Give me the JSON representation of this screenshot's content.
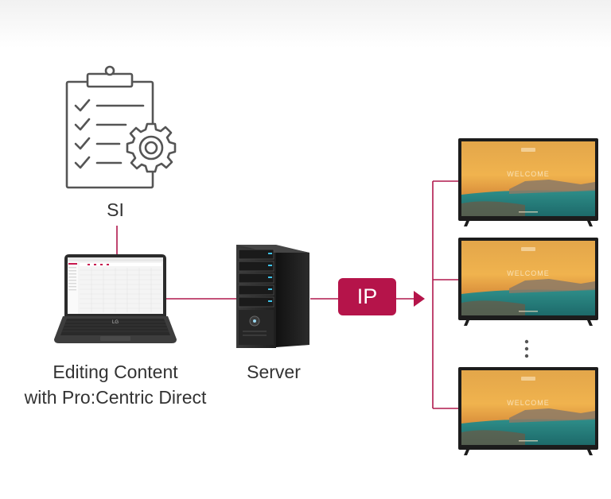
{
  "diagram": {
    "si_label": "SI",
    "editor_label_line1": "Editing Content",
    "editor_label_line2": "with Pro:Centric Direct",
    "server_label": "Server",
    "ip_label": "IP",
    "tv_screen_text": "WELCOME",
    "laptop_logo_text": "LG"
  },
  "colors": {
    "accent": "#b5144a",
    "connector": "#b0184d",
    "icon_stroke": "#555555",
    "label_text": "#333333"
  },
  "icons": {
    "si": "clipboard-gear-icon",
    "editor": "laptop-icon",
    "server": "server-tower-icon",
    "display": "tv-icon",
    "more": "vertical-ellipsis-icon"
  }
}
